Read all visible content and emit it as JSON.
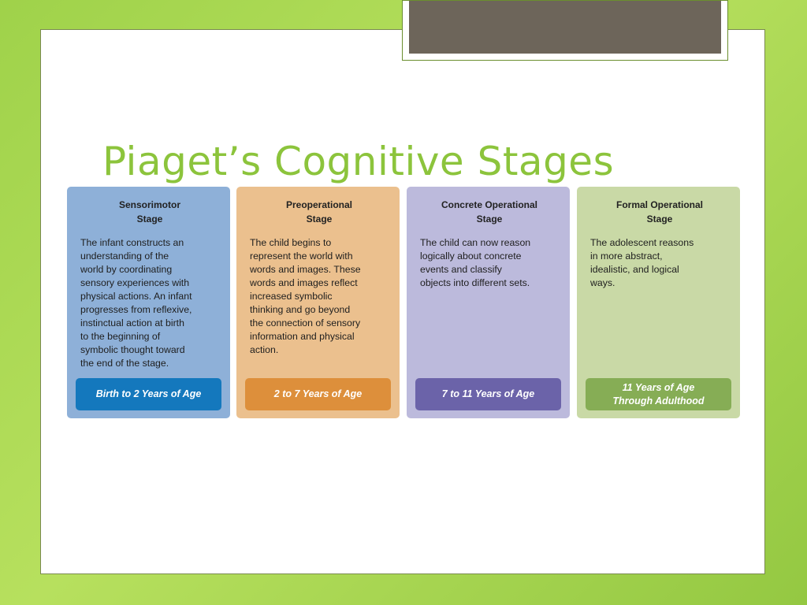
{
  "title": "Piaget’s Cognitive Stages",
  "stages": [
    {
      "name": "Sensorimotor\nStage",
      "description": "The infant constructs an\nunderstanding of the\nworld by coordinating\nsensory experiences with\nphysical actions. An infant\nprogresses from reflexive,\ninstinctual action at birth\nto the beginning of\nsymbolic thought toward\nthe end of the stage.",
      "age": "Birth to 2 Years of Age",
      "color": "#8eb0d8",
      "badge_color": "#1478bd"
    },
    {
      "name": "Preoperational\nStage",
      "description": "The child begins to\nrepresent the world with\nwords and images. These\nwords and images reflect\nincreased symbolic\nthinking and go beyond\nthe connection of sensory\ninformation and physical\naction.",
      "age": "2 to 7 Years of Age",
      "color": "#ebc08e",
      "badge_color": "#dd8f3b"
    },
    {
      "name": "Concrete Operational\nStage",
      "description": "The child can now reason\nlogically about concrete\nevents and classify\nobjects into different sets.",
      "age": "7 to 11 Years of Age",
      "color": "#bcbadc",
      "badge_color": "#6b63a9"
    },
    {
      "name": "Formal Operational\nStage",
      "description": "The adolescent reasons\nin more abstract,\nidealistic, and logical\nways.",
      "age": "11 Years of Age\nThrough Adulthood",
      "color": "#c9d9a6",
      "badge_color": "#86ad55"
    }
  ],
  "colors": {
    "background_green": "#9fd24a",
    "title_green": "#8cc43c",
    "header_bar": "#6d655a"
  }
}
